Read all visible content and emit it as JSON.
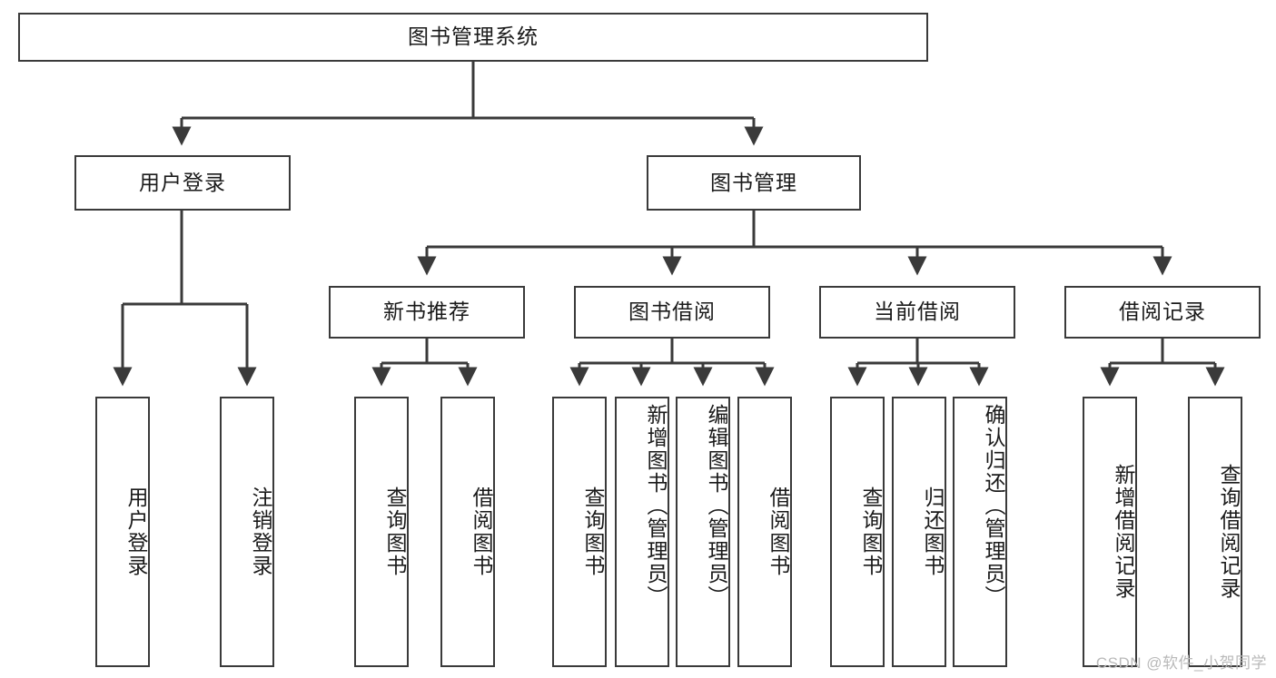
{
  "diagram": {
    "title_node": {
      "label": "图书管理系统"
    },
    "level2": [
      {
        "id": "user-login",
        "label": "用户登录"
      },
      {
        "id": "book-management",
        "label": "图书管理"
      }
    ],
    "level3": [
      {
        "id": "new-book-recommend",
        "label": "新书推荐"
      },
      {
        "id": "book-borrow",
        "label": "图书借阅"
      },
      {
        "id": "current-borrow",
        "label": "当前借阅"
      },
      {
        "id": "borrow-record",
        "label": "借阅记录"
      }
    ],
    "leaves": {
      "user_login": [
        {
          "id": "leaf-user-login",
          "label": "用户登录"
        },
        {
          "id": "leaf-logout-login",
          "label": "注销登录"
        }
      ],
      "new_book_recommend": [
        {
          "id": "leaf-query-book-1",
          "label": "查询图书"
        },
        {
          "id": "leaf-borrow-book-1",
          "label": "借阅图书"
        }
      ],
      "book_borrow": [
        {
          "id": "leaf-query-book-2",
          "label": "查询图书"
        },
        {
          "id": "leaf-add-book",
          "label": "新增图书（管理员）"
        },
        {
          "id": "leaf-edit-book",
          "label": "编辑图书（管理员）"
        },
        {
          "id": "leaf-borrow-book-2",
          "label": "借阅图书"
        }
      ],
      "current_borrow": [
        {
          "id": "leaf-query-book-3",
          "label": "查询图书"
        },
        {
          "id": "leaf-return-book",
          "label": "归还图书"
        },
        {
          "id": "leaf-confirm-return",
          "label": "确认归还（管理员）"
        }
      ],
      "borrow_record": [
        {
          "id": "leaf-add-record",
          "label": "新增借阅记录"
        },
        {
          "id": "leaf-query-record",
          "label": "查询借阅记录"
        }
      ]
    },
    "watermark": "CSDN @软件_小贺同学",
    "colors": {
      "stroke": "#3a3a3a",
      "text": "#1a1a1a",
      "background": "#ffffff",
      "watermark": "#b9b9b9"
    }
  }
}
